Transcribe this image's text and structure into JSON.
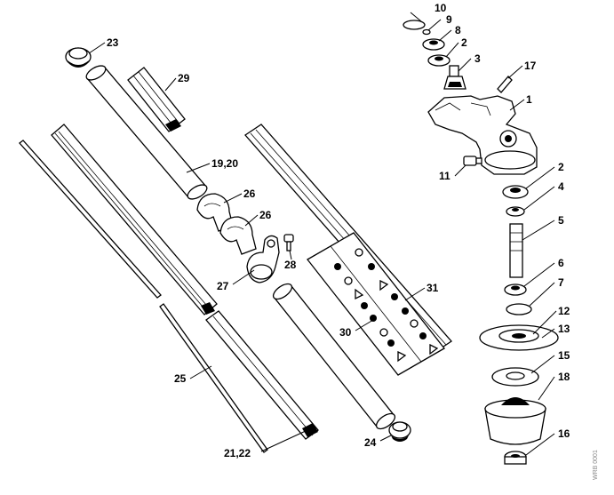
{
  "callouts": [
    {
      "id": "p10",
      "text": "10"
    },
    {
      "id": "p9",
      "text": "9"
    },
    {
      "id": "p8",
      "text": "8"
    },
    {
      "id": "p2a",
      "text": "2"
    },
    {
      "id": "p3",
      "text": "3"
    },
    {
      "id": "p17",
      "text": "17"
    },
    {
      "id": "p1",
      "text": "1"
    },
    {
      "id": "p11",
      "text": "11"
    },
    {
      "id": "p2b",
      "text": "2"
    },
    {
      "id": "p4",
      "text": "4"
    },
    {
      "id": "p5",
      "text": "5"
    },
    {
      "id": "p6",
      "text": "6"
    },
    {
      "id": "p7",
      "text": "7"
    },
    {
      "id": "p12",
      "text": "12"
    },
    {
      "id": "p13",
      "text": "13"
    },
    {
      "id": "p15",
      "text": "15"
    },
    {
      "id": "p18",
      "text": "18"
    },
    {
      "id": "p16",
      "text": "16"
    },
    {
      "id": "p23",
      "text": "23"
    },
    {
      "id": "p29",
      "text": "29"
    },
    {
      "id": "p1920",
      "text": "19,20"
    },
    {
      "id": "p26a",
      "text": "26"
    },
    {
      "id": "p26b",
      "text": "26"
    },
    {
      "id": "p28",
      "text": "28"
    },
    {
      "id": "p27",
      "text": "27"
    },
    {
      "id": "p31",
      "text": "31"
    },
    {
      "id": "p30",
      "text": "30"
    },
    {
      "id": "p25",
      "text": "25"
    },
    {
      "id": "p2122",
      "text": "21,22"
    },
    {
      "id": "p24",
      "text": "24"
    }
  ],
  "watermark": "WRB 0001"
}
